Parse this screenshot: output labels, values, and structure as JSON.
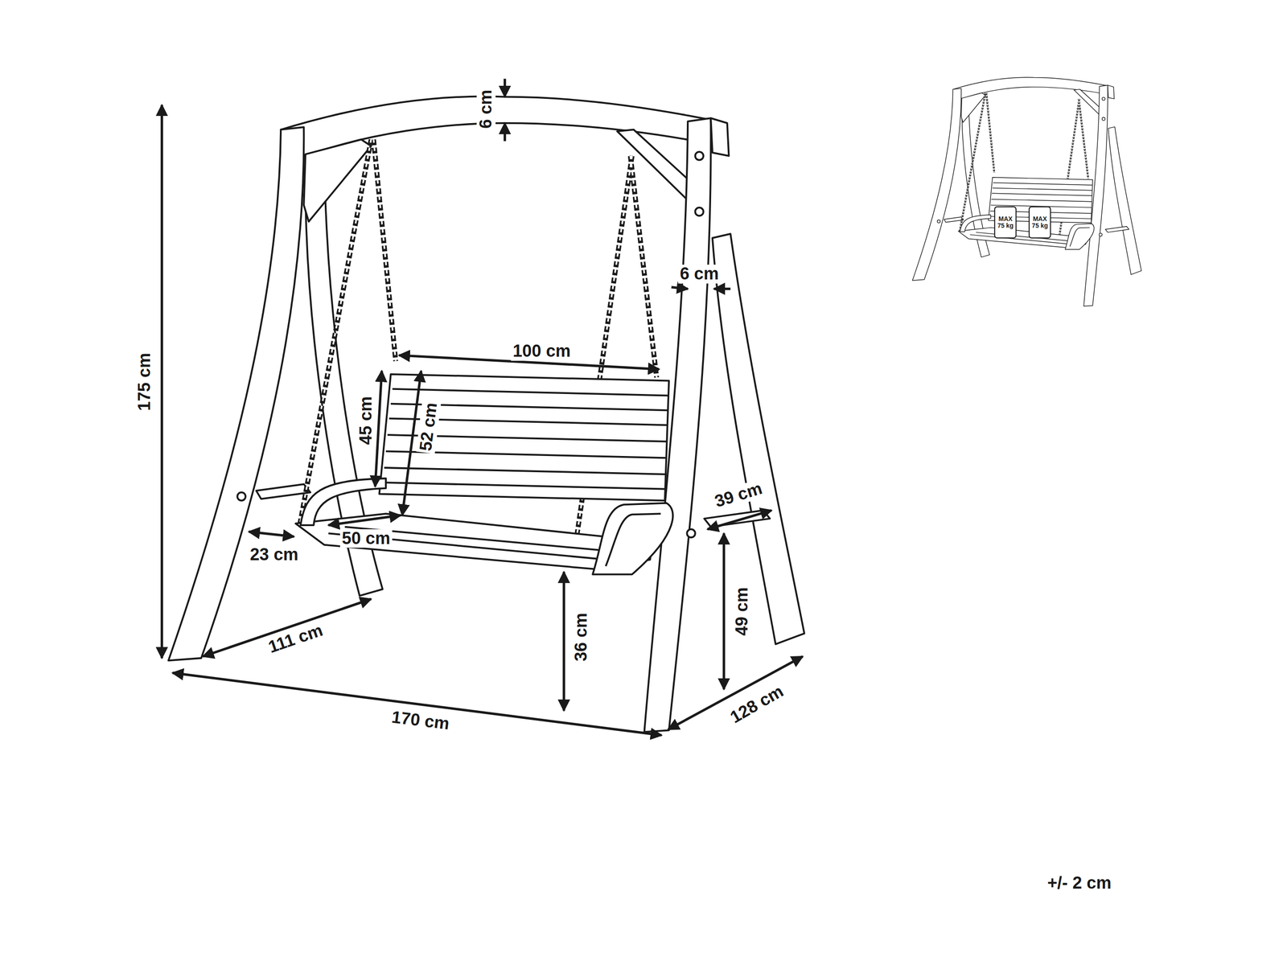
{
  "diagram": {
    "labels": [
      "6 cm",
      "175 cm",
      "6 cm",
      "100 cm",
      "45 cm",
      "52 cm",
      "39 cm",
      "23 cm",
      "50 cm",
      "49 cm",
      "111 cm",
      "36 cm",
      "170 cm",
      "128 cm",
      "MAX 75 kg",
      "MAX 75 kg",
      "+/- 2 cm"
    ]
  }
}
